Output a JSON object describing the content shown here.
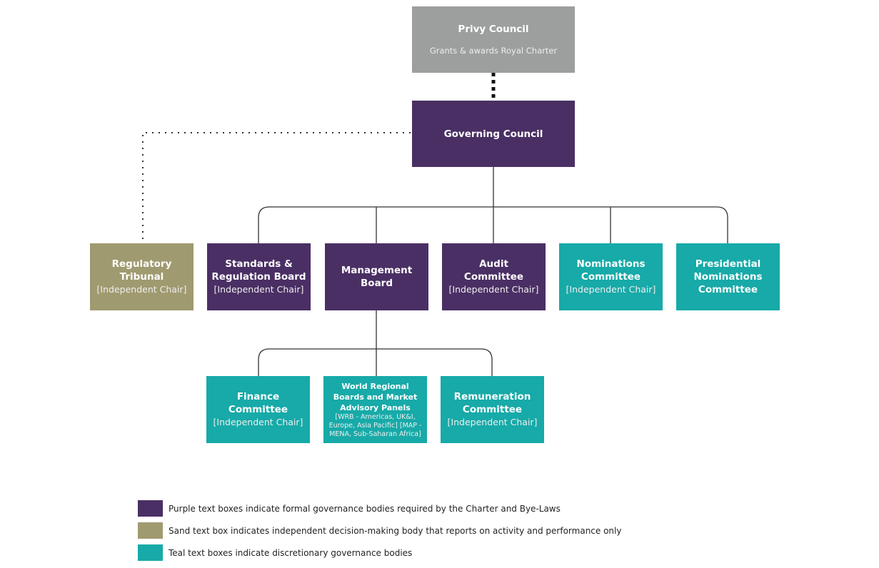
{
  "colors": {
    "purple": "#4a2f64",
    "teal": "#17aaa8",
    "sand": "#a09a70",
    "gray": "#9d9e9e"
  },
  "nodes": {
    "privy": {
      "title": "Privy Council",
      "subtitle": "Grants & awards Royal Charter"
    },
    "governing": {
      "title": "Governing Council"
    },
    "regulatory": {
      "title": "Regulatory Tribunal",
      "subtitle": "[Independent Chair]"
    },
    "standards": {
      "title": "Standards & Regulation Board",
      "subtitle": "[Independent Chair]"
    },
    "management": {
      "title": "Management Board"
    },
    "audit": {
      "title": "Audit Committee",
      "subtitle": "[Independent Chair]"
    },
    "nominations": {
      "title": "Nominations Committee",
      "subtitle": "[Independent Chair]"
    },
    "presidential": {
      "title": "Presidential Nominations Committee"
    },
    "finance": {
      "title": "Finance Committee",
      "subtitle": "[Independent Chair]"
    },
    "world": {
      "title": "World Regional Boards and Market Advisory Panels",
      "subtitle": "[WRB - Americas, UK&I, Europe, Asia Pacific] [MAP - MENA, Sub-Saharan Africa]"
    },
    "remuneration": {
      "title": "Remuneration Committee",
      "subtitle": "[Independent Chair]"
    }
  },
  "legend": [
    {
      "color": "purple",
      "text": "Purple text boxes indicate formal governance bodies required by the Charter and Bye-Laws"
    },
    {
      "color": "sand",
      "text": "Sand text box indicates independent decision-making body that reports on activity and performance only"
    },
    {
      "color": "teal",
      "text": "Teal text boxes indicate discretionary governance bodies"
    }
  ]
}
